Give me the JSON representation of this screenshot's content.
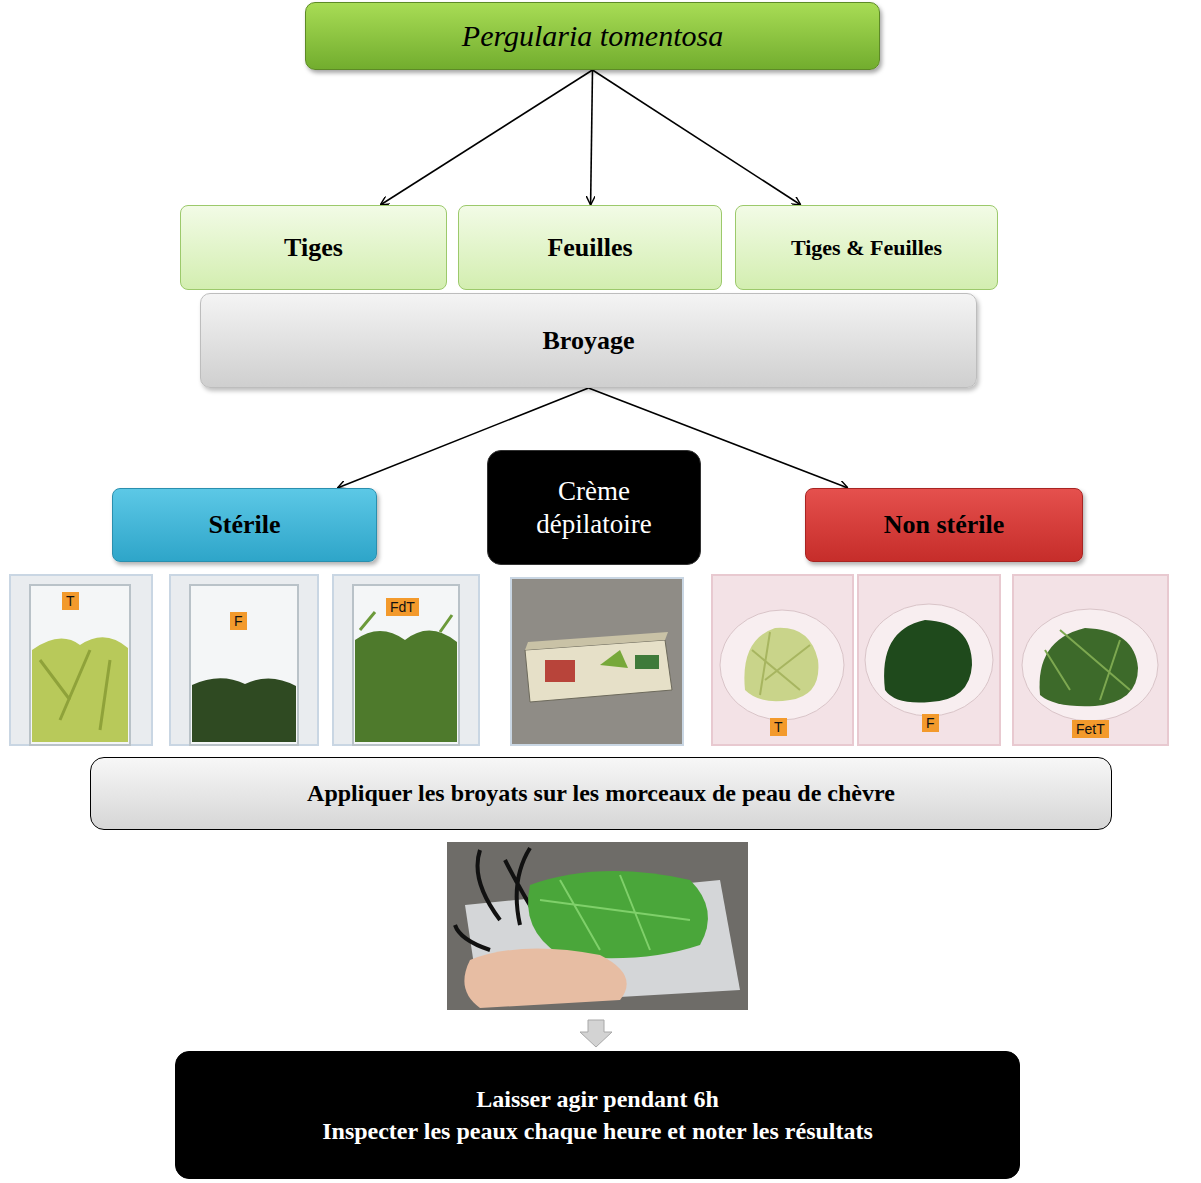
{
  "diagram": {
    "nodes": [
      {
        "text": [
          "Pergularia tomentosa"
        ]
      },
      {
        "text": [
          "Tiges"
        ]
      },
      {
        "text": [
          "Feuilles"
        ]
      },
      {
        "text": [
          "Tiges & Feuilles"
        ]
      },
      {
        "text": [
          "Broyage"
        ]
      },
      {
        "text": [
          "Stérile"
        ]
      },
      {
        "text": [
          "Crème dépilatoire"
        ]
      },
      {
        "text": [
          "Non stérile"
        ]
      },
      {
        "text": [
          "Appliquer les broyats sur les morceaux de peau de chèvre"
        ]
      },
      {
        "text": [
          "Laisser agir pendant 6h",
          "Inspecter les peaux chaque heure et noter les résultats"
        ]
      }
    ],
    "edges": [
      {
        "from": 0,
        "to": 1,
        "arrow": "to"
      },
      {
        "from": 0,
        "to": 2,
        "arrow": "to"
      },
      {
        "from": 0,
        "to": 3,
        "arrow": "to"
      },
      {
        "from": 4,
        "to": 5,
        "arrow": "to"
      },
      {
        "from": 4,
        "to": 7,
        "arrow": "to"
      }
    ],
    "labels": [
      "T",
      "F",
      "FdT",
      "T",
      "F",
      "FetT"
    ]
  }
}
